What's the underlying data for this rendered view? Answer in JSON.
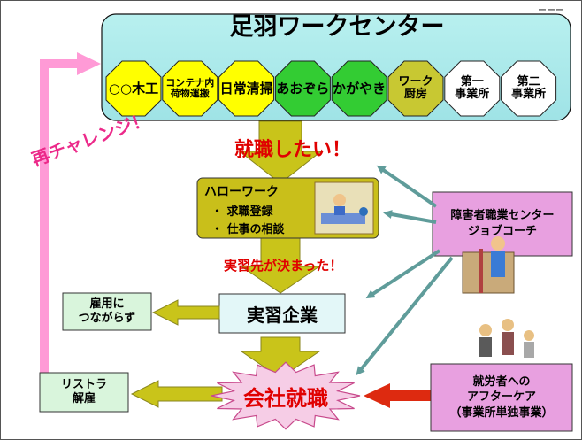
{
  "header": {
    "title": "足羽ワークセンター",
    "corner_text": "ーーー"
  },
  "services": [
    {
      "label": "○○木工",
      "color": "#ffff00"
    },
    {
      "label": "コンテナ内\n荷物運搬",
      "color": "#ffff00"
    },
    {
      "label": "日常清掃",
      "color": "#ffff00"
    },
    {
      "label": "あおぞら",
      "color": "#33cc33"
    },
    {
      "label": "かがやき",
      "color": "#33cc33"
    },
    {
      "label": "ワーク\n厨房",
      "color": "#c8c832"
    },
    {
      "label": "第一\n事業所",
      "color": "#ffffff"
    },
    {
      "label": "第二\n事業所",
      "color": "#ffffff"
    }
  ],
  "flow": {
    "want_job": "就職したい！",
    "hello_work_title": "ハローワーク",
    "hello_work_items": [
      "・ 求職登録",
      "・ 仕事の相談"
    ],
    "placement_decided": "実習先が決まった！",
    "practice_company": "実習企業",
    "no_employment": "雇用に\nつながらず",
    "company_employment": "会社就職",
    "restructure": "リストラ\n解雇",
    "rechallenge": "再チャレンジ！"
  },
  "support": {
    "center": "障害者職業センター\nジョブコーチ",
    "aftercare": "就労者への\nアフターケア\n（事業所単独事業）"
  },
  "icons": {
    "illustration_office": "office-consultation-illustration",
    "illustration_coach": "job-coach-illustration",
    "illustration_workers": "workers-illustration"
  }
}
